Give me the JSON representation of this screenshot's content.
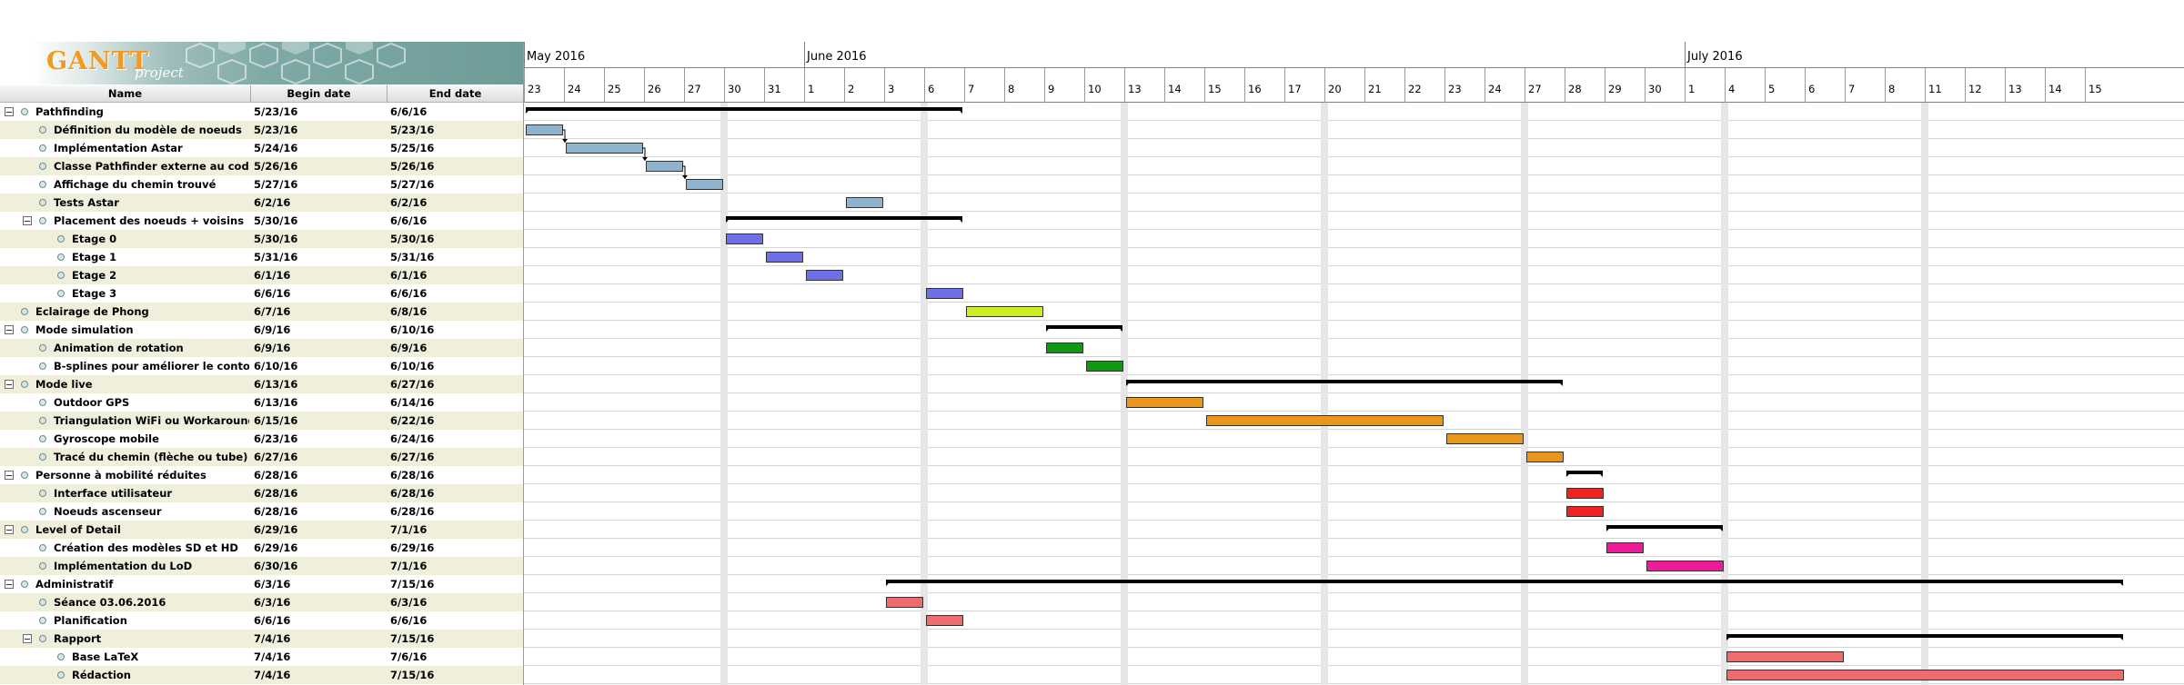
{
  "app": {
    "logo_main": "GANTT",
    "logo_sub": "project"
  },
  "columns": {
    "name": "Name",
    "begin": "Begin date",
    "end": "End date"
  },
  "timeline": {
    "start_date": "2016-05-23",
    "end_date": "2016-07-15",
    "months": [
      {
        "label": "May 2016",
        "date": "2016-05-23"
      },
      {
        "label": "June 2016",
        "date": "2016-06-01"
      },
      {
        "label": "July 2016",
        "date": "2016-07-01"
      }
    ],
    "weekend_color": "#e6e6e6",
    "grid_color": "#c9c9c9"
  },
  "tasks": [
    {
      "name": "Pathfinding",
      "begin": "5/23/16",
      "end": "6/6/16",
      "level": 0,
      "summary": true,
      "start": "2016-05-23",
      "finish": "2016-06-07",
      "color": "#000000"
    },
    {
      "name": "Définition du modèle de noeuds",
      "begin": "5/23/16",
      "end": "5/23/16",
      "level": 1,
      "summary": false,
      "start": "2016-05-23",
      "finish": "2016-05-24",
      "color": "#8fb3cc"
    },
    {
      "name": "Implémentation Astar",
      "begin": "5/24/16",
      "end": "5/25/16",
      "level": 1,
      "summary": false,
      "start": "2016-05-24",
      "finish": "2016-05-26",
      "color": "#8fb3cc"
    },
    {
      "name": "Classe Pathfinder externe au code",
      "begin": "5/26/16",
      "end": "5/26/16",
      "level": 1,
      "summary": false,
      "start": "2016-05-26",
      "finish": "2016-05-27",
      "color": "#8fb3cc"
    },
    {
      "name": "Affichage du chemin trouvé",
      "begin": "5/27/16",
      "end": "5/27/16",
      "level": 1,
      "summary": false,
      "start": "2016-05-27",
      "finish": "2016-05-28",
      "color": "#8fb3cc"
    },
    {
      "name": "Tests Astar",
      "begin": "6/2/16",
      "end": "6/2/16",
      "level": 1,
      "summary": false,
      "start": "2016-06-02",
      "finish": "2016-06-03",
      "color": "#8fb3cc"
    },
    {
      "name": "Placement des noeuds + voisins",
      "begin": "5/30/16",
      "end": "6/6/16",
      "level": 1,
      "summary": true,
      "start": "2016-05-30",
      "finish": "2016-06-07",
      "color": "#000000"
    },
    {
      "name": "Etage 0",
      "begin": "5/30/16",
      "end": "5/30/16",
      "level": 2,
      "summary": false,
      "start": "2016-05-30",
      "finish": "2016-05-31",
      "color": "#6f6fe8"
    },
    {
      "name": "Etage 1",
      "begin": "5/31/16",
      "end": "5/31/16",
      "level": 2,
      "summary": false,
      "start": "2016-05-31",
      "finish": "2016-06-01",
      "color": "#6f6fe8"
    },
    {
      "name": "Etage 2",
      "begin": "6/1/16",
      "end": "6/1/16",
      "level": 2,
      "summary": false,
      "start": "2016-06-01",
      "finish": "2016-06-02",
      "color": "#6f6fe8"
    },
    {
      "name": "Etage 3",
      "begin": "6/6/16",
      "end": "6/6/16",
      "level": 2,
      "summary": false,
      "start": "2016-06-06",
      "finish": "2016-06-07",
      "color": "#6f6fe8"
    },
    {
      "name": "Eclairage de Phong",
      "begin": "6/7/16",
      "end": "6/8/16",
      "level": 0,
      "summary": false,
      "start": "2016-06-07",
      "finish": "2016-06-09",
      "color": "#ccee22"
    },
    {
      "name": "Mode simulation",
      "begin": "6/9/16",
      "end": "6/10/16",
      "level": 0,
      "summary": true,
      "start": "2016-06-09",
      "finish": "2016-06-11",
      "color": "#000000"
    },
    {
      "name": "Animation de rotation",
      "begin": "6/9/16",
      "end": "6/9/16",
      "level": 1,
      "summary": false,
      "start": "2016-06-09",
      "finish": "2016-06-10",
      "color": "#119911"
    },
    {
      "name": "B-splines pour améliorer le contour",
      "begin": "6/10/16",
      "end": "6/10/16",
      "level": 1,
      "summary": false,
      "start": "2016-06-10",
      "finish": "2016-06-11",
      "color": "#119911"
    },
    {
      "name": "Mode live",
      "begin": "6/13/16",
      "end": "6/27/16",
      "level": 0,
      "summary": true,
      "start": "2016-06-13",
      "finish": "2016-06-28",
      "color": "#000000"
    },
    {
      "name": "Outdoor GPS",
      "begin": "6/13/16",
      "end": "6/14/16",
      "level": 1,
      "summary": false,
      "start": "2016-06-13",
      "finish": "2016-06-15",
      "color": "#e8961c"
    },
    {
      "name": "Triangulation WiFi ou Workaround",
      "begin": "6/15/16",
      "end": "6/22/16",
      "level": 1,
      "summary": false,
      "start": "2016-06-15",
      "finish": "2016-06-23",
      "color": "#e8961c"
    },
    {
      "name": "Gyroscope mobile",
      "begin": "6/23/16",
      "end": "6/24/16",
      "level": 1,
      "summary": false,
      "start": "2016-06-23",
      "finish": "2016-06-25",
      "color": "#e8961c"
    },
    {
      "name": "Tracé du chemin (flèche ou tube)",
      "begin": "6/27/16",
      "end": "6/27/16",
      "level": 1,
      "summary": false,
      "start": "2016-06-27",
      "finish": "2016-06-28",
      "color": "#e8961c"
    },
    {
      "name": "Personne à mobilité réduites",
      "begin": "6/28/16",
      "end": "6/28/16",
      "level": 0,
      "summary": true,
      "start": "2016-06-28",
      "finish": "2016-06-29",
      "color": "#000000"
    },
    {
      "name": "Interface utilisateur",
      "begin": "6/28/16",
      "end": "6/28/16",
      "level": 1,
      "summary": false,
      "start": "2016-06-28",
      "finish": "2016-06-29",
      "color": "#f02222"
    },
    {
      "name": "Noeuds ascenseur",
      "begin": "6/28/16",
      "end": "6/28/16",
      "level": 1,
      "summary": false,
      "start": "2016-06-28",
      "finish": "2016-06-29",
      "color": "#f02222"
    },
    {
      "name": "Level of Detail",
      "begin": "6/29/16",
      "end": "7/1/16",
      "level": 0,
      "summary": true,
      "start": "2016-06-29",
      "finish": "2016-07-02",
      "color": "#000000"
    },
    {
      "name": "Création des modèles SD et HD",
      "begin": "6/29/16",
      "end": "6/29/16",
      "level": 1,
      "summary": false,
      "start": "2016-06-29",
      "finish": "2016-06-30",
      "color": "#ee1c99"
    },
    {
      "name": "Implémentation du LoD",
      "begin": "6/30/16",
      "end": "7/1/16",
      "level": 1,
      "summary": false,
      "start": "2016-06-30",
      "finish": "2016-07-02",
      "color": "#ee1c99"
    },
    {
      "name": "Administratif",
      "begin": "6/3/16",
      "end": "7/15/16",
      "level": 0,
      "summary": true,
      "start": "2016-06-03",
      "finish": "2016-07-16",
      "color": "#000000"
    },
    {
      "name": "Séance 03.06.2016",
      "begin": "6/3/16",
      "end": "6/3/16",
      "level": 1,
      "summary": false,
      "start": "2016-06-03",
      "finish": "2016-06-04",
      "color": "#ef6c6c"
    },
    {
      "name": "Planification",
      "begin": "6/6/16",
      "end": "6/6/16",
      "level": 1,
      "summary": false,
      "start": "2016-06-06",
      "finish": "2016-06-07",
      "color": "#ef6c6c"
    },
    {
      "name": "Rapport",
      "begin": "7/4/16",
      "end": "7/15/16",
      "level": 1,
      "summary": true,
      "start": "2016-07-04",
      "finish": "2016-07-16",
      "color": "#000000"
    },
    {
      "name": "Base LaTeX",
      "begin": "7/4/16",
      "end": "7/6/16",
      "level": 2,
      "summary": false,
      "start": "2016-07-04",
      "finish": "2016-07-07",
      "color": "#ef6c6c"
    },
    {
      "name": "Rédaction",
      "begin": "7/4/16",
      "end": "7/15/16",
      "level": 2,
      "summary": false,
      "start": "2016-07-04",
      "finish": "2016-07-16",
      "color": "#ef6c6c"
    }
  ],
  "dependencies": [
    [
      1,
      2
    ],
    [
      2,
      3
    ],
    [
      3,
      4
    ]
  ]
}
